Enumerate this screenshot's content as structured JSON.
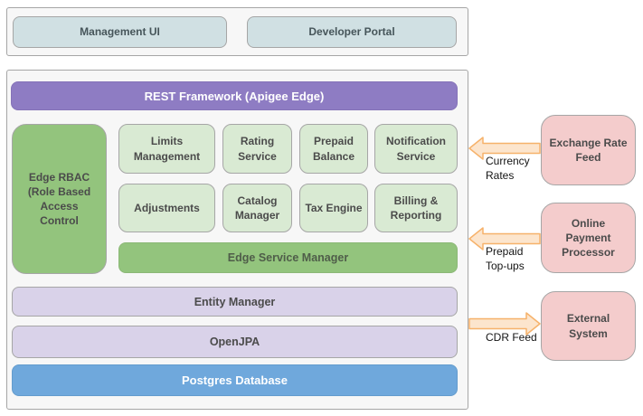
{
  "top": {
    "boxes": [
      {
        "label": "Management UI"
      },
      {
        "label": "Developer Portal"
      }
    ]
  },
  "main": {
    "rest_bar": "REST Framework (Apigee Edge)",
    "rbac_label": "Edge RBAC (Role Based Access Control",
    "services": [
      "Limits Management",
      "Rating Service",
      "Prepaid Balance",
      "Notification Service",
      "Adjustments",
      "Catalog Manager",
      "Tax Engine",
      "Billing & Reporting"
    ],
    "esm_bar": "Edge Service Manager",
    "entity_bar": "Entity Manager",
    "openjpa_bar": "OpenJPA",
    "postgres_bar": "Postgres Database"
  },
  "external_systems": [
    {
      "label": "Exchange Rate Feed",
      "arrow_label": "Currency Rates",
      "arrow_direction": "left"
    },
    {
      "label": "Online Payment Processor",
      "arrow_label": "Prepaid Top-ups",
      "arrow_direction": "left"
    },
    {
      "label": "External System",
      "arrow_label": "CDR Feed",
      "arrow_direction": "right"
    }
  ],
  "colors": {
    "rest_bar": "#8e7cc3",
    "green_solid": "#93c47d",
    "green_light": "#d9ead3",
    "lavender": "#d9d2e9",
    "blue": "#6fa8dc",
    "pink": "#f4cccc",
    "cyan": "#d0e0e3",
    "arrow_fill": "#fce5cd",
    "arrow_stroke": "#f6b26b",
    "border_gray": "#a6a6a6"
  }
}
